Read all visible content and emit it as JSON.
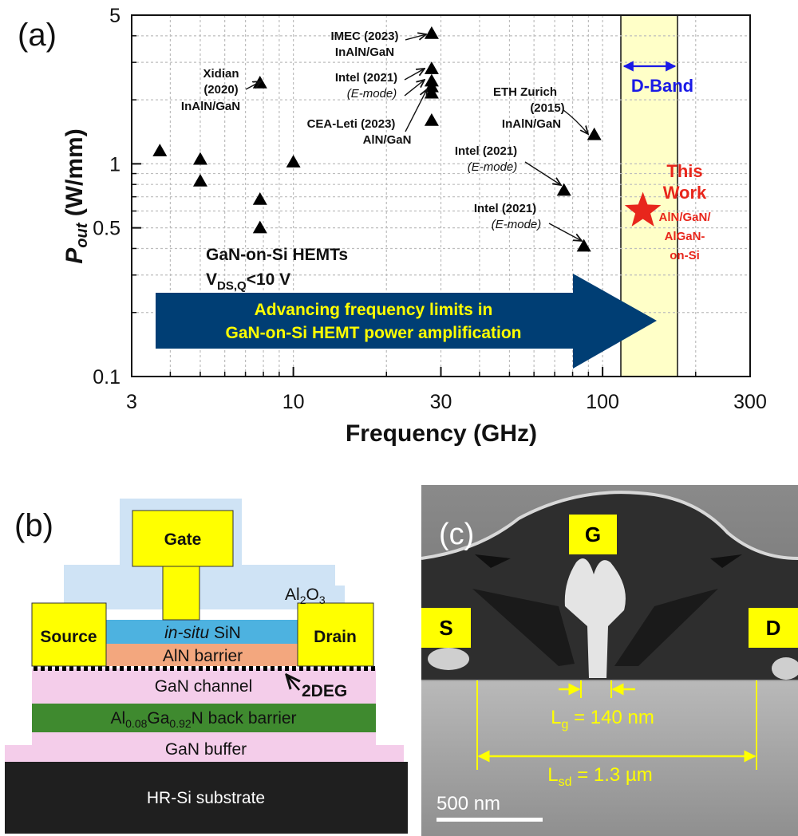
{
  "panel_a": {
    "label": "(a)",
    "chart_data": {
      "type": "scatter",
      "xlabel": "Frequency (GHz)",
      "ylabel_main": "P",
      "ylabel_sub": "out",
      "ylabel_unit": " (W/mm)",
      "x_scale": "log",
      "y_scale": "log",
      "xlim": [
        3,
        300
      ],
      "ylim": [
        0.1,
        5
      ],
      "x_ticks": [
        3,
        10,
        30,
        100,
        300
      ],
      "x_tick_labels": [
        "3",
        "10",
        "30",
        "100",
        "300"
      ],
      "y_ticks": [
        0.1,
        0.5,
        1,
        5
      ],
      "y_tick_labels": [
        "0.1",
        "0.5",
        "1",
        "5"
      ],
      "grid": true,
      "series": [
        {
          "marker": "triangle",
          "color": "#000000",
          "points": [
            {
              "x": 3.7,
              "y": 1.15
            },
            {
              "x": 5.0,
              "y": 1.05
            },
            {
              "x": 5.0,
              "y": 0.83
            },
            {
              "x": 7.8,
              "y": 0.68
            },
            {
              "x": 7.8,
              "y": 0.5
            },
            {
              "x": 7.8,
              "y": 2.4
            },
            {
              "x": 10.0,
              "y": 1.02
            },
            {
              "x": 28.0,
              "y": 4.1
            },
            {
              "x": 28.0,
              "y": 2.8
            },
            {
              "x": 28.0,
              "y": 2.45
            },
            {
              "x": 28.0,
              "y": 2.3
            },
            {
              "x": 28.0,
              "y": 2.15
            },
            {
              "x": 28.0,
              "y": 1.6
            },
            {
              "x": 75.0,
              "y": 0.75
            },
            {
              "x": 87.0,
              "y": 0.41
            },
            {
              "x": 94.0,
              "y": 1.37
            }
          ]
        },
        {
          "marker": "star",
          "color": "#e8261c",
          "points": [
            {
              "x": 135,
              "y": 0.6
            }
          ]
        }
      ],
      "d_band": {
        "from": 110,
        "to": 170,
        "label": "D-Band",
        "fill": "#ffffc8"
      },
      "annotations": {
        "xidian": [
          "Xidian",
          "(2020)",
          "InAlN/GaN"
        ],
        "imec": [
          "IMEC (2023)",
          "InAlN/GaN"
        ],
        "intel_28": [
          "Intel (2021)",
          "(E-mode)"
        ],
        "cea": [
          "CEA-Leti (2023)",
          "AlN/GaN"
        ],
        "eth": [
          "ETH Zurich",
          "(2015)",
          "InAlN/GaN"
        ],
        "intel_75": [
          "Intel (2021)",
          "(E-mode)"
        ],
        "intel_87": [
          "Intel (2021)",
          "(E-mode)"
        ],
        "this_work": [
          "This",
          "Work"
        ],
        "this_work_sub": [
          "AlN/GaN/",
          "AlGaN-",
          "on-Si"
        ],
        "hemts": "GaN-on-Si HEMTs",
        "vds_main": "V",
        "vds_sub": "DS,Q",
        "vds_rest": "<10 V",
        "arrow_text": [
          "Advancing frequency limits in",
          "GaN-on-Si HEMT power amplification"
        ]
      }
    }
  },
  "panel_b": {
    "label": "(b)",
    "gate": "Gate",
    "source": "Source",
    "drain": "Drain",
    "al2o3_main": "Al",
    "al2o3_sub1": "2",
    "al2o3_mid": "O",
    "al2o3_sub2": "3",
    "sin_italic": "in-situ",
    "sin_rest": " SiN",
    "aln_barrier": "AlN barrier",
    "gan_channel": "GaN channel",
    "twodeg": "2DEG",
    "bb_al": "Al",
    "bb_sub1": "0.08",
    "bb_ga": "Ga",
    "bb_sub2": "0.92",
    "bb_rest": "N back barrier",
    "gan_buffer": "GaN buffer",
    "substrate": "HR-Si substrate",
    "colors": {
      "al2o3": "#cfe3f5",
      "metal": "#ffff00",
      "sin": "#4db2e0",
      "aln": "#f3a77e",
      "gan": "#f4cdea",
      "backbarrier": "#3f8a2f",
      "substrate": "#1f1f1f"
    }
  },
  "panel_c": {
    "label": "(c)",
    "g": "G",
    "s": "S",
    "d": "D",
    "lg_main": "L",
    "lg_sub": "g",
    "lg_rest": " = 140 nm",
    "lsd_main": "L",
    "lsd_sub": "sd",
    "lsd_rest": " = 1.3 µm",
    "scale": "500 nm"
  }
}
